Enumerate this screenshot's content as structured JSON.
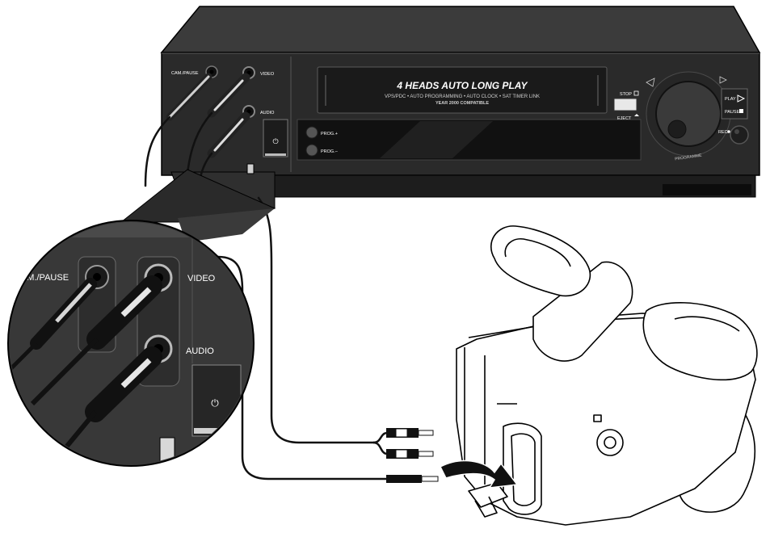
{
  "vcr": {
    "cassette_title": "4 HEADS AUTO LONG PLAY",
    "features_line": "VPS/PDC • AUTO PROGRAMMING • AUTO CLOCK • SAT TIMER LINK",
    "y2k_line": "YEAR 2000 COMPATIBLE",
    "front_jacks": {
      "cam_pause": "CAM./PAUSE",
      "video": "VIDEO",
      "audio": "AUDIO"
    },
    "buttons": {
      "stop": "STOP",
      "eject": "EJECT",
      "play": "PLAY",
      "pause": "PAUSE",
      "rec": "REC",
      "prog_plus": "PROG.+",
      "prog_minus": "PROG.–",
      "power_symbol": "⏻",
      "dial_label": "PROGRAMME"
    }
  },
  "inset": {
    "cam_pause": "CAM./PAUSE",
    "video": "VIDEO",
    "audio": "AUDIO",
    "power_symbol": "⏻"
  },
  "colors": {
    "vcr_body": "#2b2b2b",
    "vcr_top": "#3a3a3a",
    "outline": "#000000",
    "camera_fill": "#ffffff",
    "cable": "#111111"
  }
}
